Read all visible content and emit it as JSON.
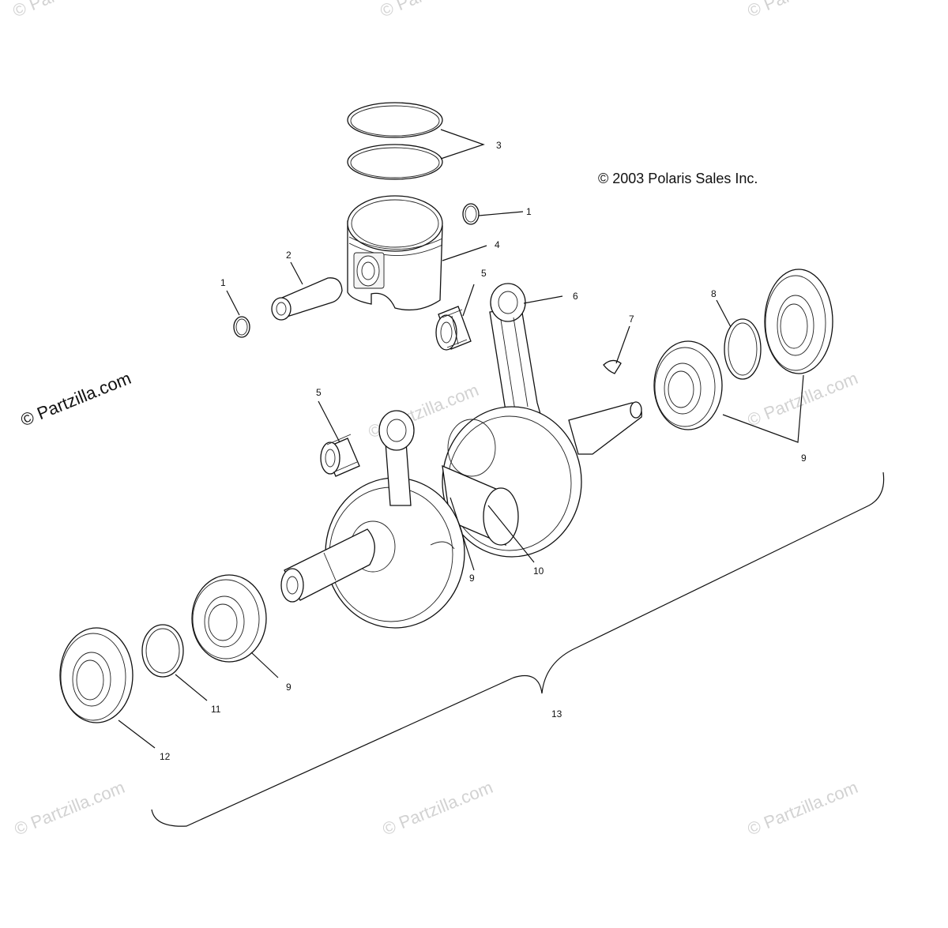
{
  "copyright": "© 2003 Polaris Sales Inc.",
  "watermarks": {
    "main": "© Partzilla.com",
    "faint": "© Partzilla.com"
  },
  "callouts": {
    "c1_ring_right": "1",
    "c1_ring_left": "1",
    "c2_pin": "2",
    "c3_rings": "3",
    "c4_piston": "4",
    "c5_bearing_upper": "5",
    "c5_bearing_lower": "5",
    "c6_rod": "6",
    "c7_key": "7",
    "c8_shim": "8",
    "c9_bearings_right": "9",
    "c9_crank": "9",
    "c9_bearing_left": "9",
    "c10_crank": "10",
    "c11_shim": "11",
    "c12_seal": "12",
    "c13_assembly": "13"
  },
  "colors": {
    "line": "#111111",
    "watermark": "#d2d2d2",
    "background": "#ffffff"
  }
}
